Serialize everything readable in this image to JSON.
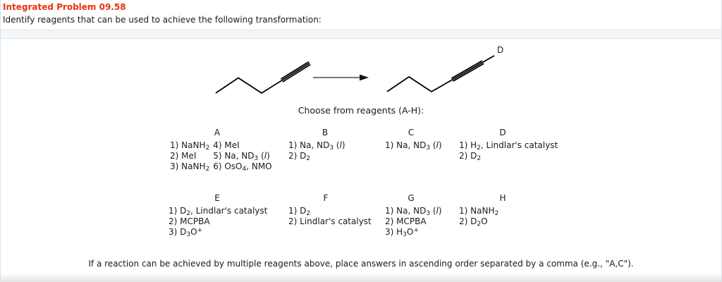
{
  "header": {
    "title": "Integrated Problem 09.58",
    "prompt": "Identify reagents that can be used to achieve the following transformation:"
  },
  "reaction": {
    "product_deuterium_label": "D",
    "choose_text": "Choose from reagents (A-H):"
  },
  "reagent_sets": {
    "A": {
      "label": "A",
      "items_left": [
        "1) NaNH<sub>2</sub>",
        "2) MeI",
        "3) NaNH<sub>2</sub>"
      ],
      "items_right": [
        "4) MeI",
        "5) Na, ND<sub>3</sub> (<i>l</i>)",
        "6) OsO<sub>4</sub>, NMO"
      ]
    },
    "B": {
      "label": "B",
      "items": [
        "1) Na, ND<sub>3</sub> (<i>l</i>)",
        "2) D<sub>2</sub>"
      ]
    },
    "C": {
      "label": "C",
      "items": [
        "1) Na, ND<sub>3</sub> (<i>l</i>)"
      ]
    },
    "D": {
      "label": "D",
      "items": [
        "1) H<sub>2</sub>, Lindlar's catalyst",
        "2) D<sub>2</sub>"
      ]
    },
    "E": {
      "label": "E",
      "items": [
        "1) D<sub>2</sub>, Lindlar's catalyst",
        "2) MCPBA",
        "3) D<sub>3</sub>O<sup>+</sup>"
      ]
    },
    "F": {
      "label": "F",
      "items": [
        "1) D<sub>2</sub>",
        "2) Lindlar's catalyst"
      ]
    },
    "G": {
      "label": "G",
      "items": [
        "1) Na, ND<sub>3</sub> (<i>l</i>)",
        "2) MCPBA",
        "3) H<sub>3</sub>O<sup>+</sup>"
      ]
    },
    "H": {
      "label": "H",
      "items": [
        "1) NaNH<sub>2</sub>",
        "2) D<sub>2</sub>O"
      ]
    }
  },
  "footer": {
    "note": "If a reaction can be achieved by multiple reagents above, place answers in ascending order separated by a comma (e.g., \"A,C\")."
  },
  "colors": {
    "title_red": "#e8330f",
    "band_bg": "#f3f7fa",
    "band_border": "#dce4ee",
    "panel_border": "#d9e2ec",
    "text": "#1a1a1a"
  }
}
